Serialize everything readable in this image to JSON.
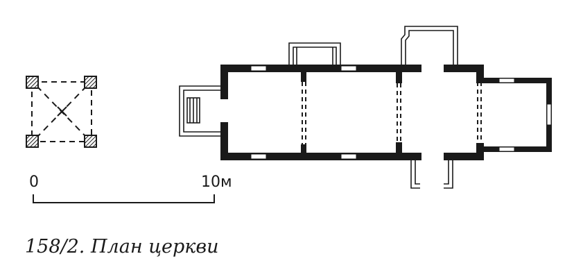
{
  "scale": {
    "zero_label": "0",
    "ten_label": "10",
    "unit_label": "м"
  },
  "caption": {
    "figure_number": "158/2.",
    "title": "План церкви"
  },
  "icons": {
    "scale_bar": "scale-bar-icon",
    "pillar_detail": "pillar-detail-icon",
    "floor_plan": "church-floor-plan-icon"
  },
  "colors": {
    "ink": "#1a1a1a",
    "hatch": "#444444",
    "paper": "#ffffff"
  }
}
